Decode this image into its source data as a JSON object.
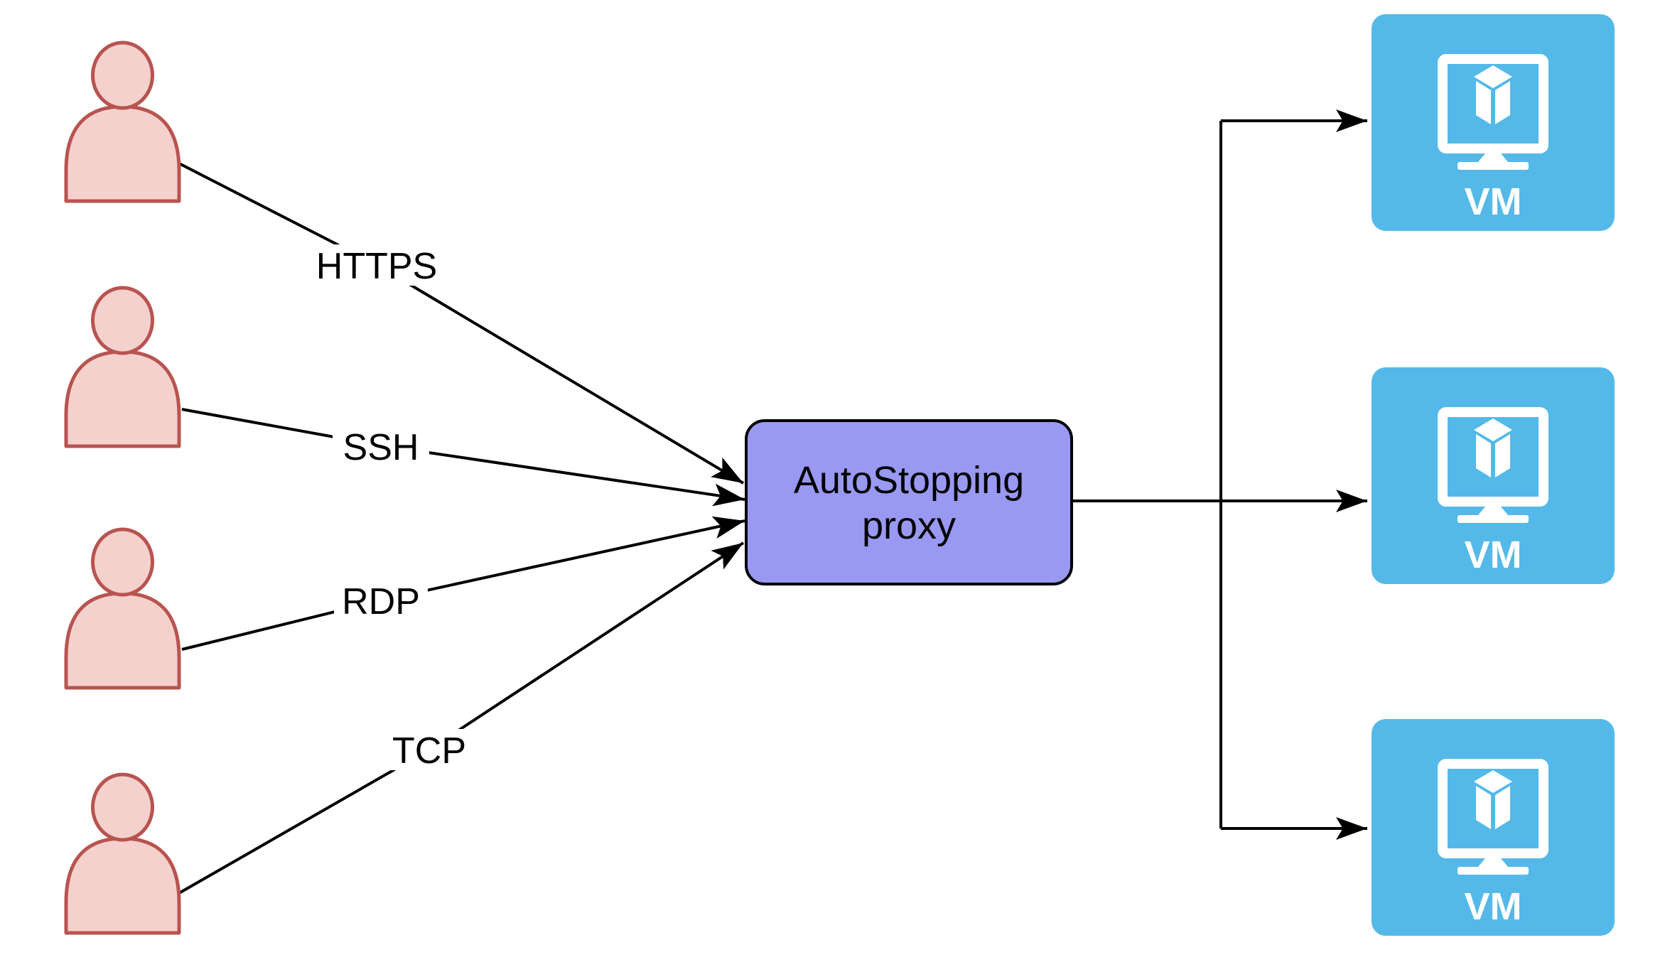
{
  "diagram": {
    "protocols": [
      {
        "label": "HTTPS"
      },
      {
        "label": "SSH"
      },
      {
        "label": "RDP"
      },
      {
        "label": "TCP"
      }
    ],
    "proxy": {
      "label_line1": "AutoStopping",
      "label_line2": "proxy"
    },
    "vms": [
      {
        "label": "VM"
      },
      {
        "label": "VM"
      },
      {
        "label": "VM"
      }
    ],
    "users_count": "4",
    "icons": {
      "user": "user-silhouette-icon",
      "vm": "virtual-machine-monitor-icon",
      "arrow": "arrowhead-icon"
    },
    "colors": {
      "background": "#FFFFFF",
      "user_fill": "#F5D1CD",
      "user_stroke": "#B85450",
      "proxy_fill": "#9999F2",
      "proxy_stroke": "#000000",
      "vm_fill": "#54B9E8",
      "vm_icon": "#FFFFFF",
      "connector": "#000000",
      "label_text": "#000000"
    }
  }
}
